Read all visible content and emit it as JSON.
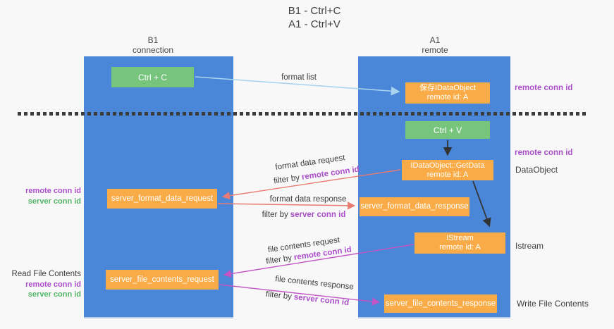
{
  "title": {
    "line1": "B1 - Ctrl+C",
    "line2": "A1 - Ctrl+V"
  },
  "lanes": {
    "left": {
      "name": "B1",
      "role": "connection"
    },
    "right": {
      "name": "A1",
      "role": "remote"
    }
  },
  "nodes": {
    "ctrl_c": {
      "label": "Ctrl + C"
    },
    "save_idataobject": {
      "line1": "保存IDataObject",
      "line2": "remote id: A"
    },
    "ctrl_v": {
      "label": "Ctrl + V"
    },
    "idataobject_getdata": {
      "line1": "IDataObject::GetData",
      "line2": "remote id: A"
    },
    "server_format_data_request": {
      "label": "server_format_data_request"
    },
    "server_format_data_response": {
      "label": "server_format_data_response"
    },
    "istream": {
      "line1": "IStream",
      "line2": "remote id: A"
    },
    "server_file_contents_request": {
      "label": "server_file_contents_request"
    },
    "server_file_contents_response": {
      "label": "server_file_contents_response"
    }
  },
  "arrow_labels": {
    "format_list": "format list",
    "format_data_request": "format data request",
    "format_data_response": "format data response",
    "file_contents_request": "file contents request",
    "file_contents_response": "file contents response",
    "filter_by": "filter by",
    "remote_conn_id": "remote conn id",
    "server_conn_id": "server conn id"
  },
  "side_labels": {
    "remote_conn_id_top": "remote conn id",
    "remote_conn_id_middle": "remote conn id",
    "dataobject": "DataObject",
    "istream": "Istream",
    "write_file_contents": "Write File Contents",
    "read_file_contents": "Read File Contents",
    "remote_conn_id_left": "remote conn id",
    "server_conn_id_left": "server conn id"
  },
  "colors": {
    "lane_blue": "#4a87d8",
    "node_green": "#77c47d",
    "node_orange": "#f8ab47",
    "purple": "#ab4fc8",
    "green_text": "#55b467",
    "salmon": "#e87b72",
    "magenta": "#c355c5",
    "light_blue": "#a9d4ef",
    "arrow_black": "#333333",
    "text_dark": "#3d3d3d",
    "bg": "#f8f8f9"
  }
}
